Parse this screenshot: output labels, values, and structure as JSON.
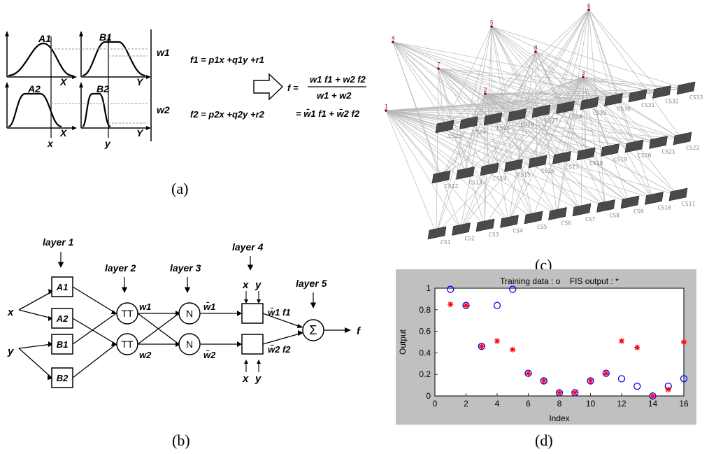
{
  "panel_a": {
    "caption": "(a)",
    "mf_labels": [
      "A1",
      "B1",
      "A2",
      "B2"
    ],
    "axis_labels": [
      "X",
      "Y",
      "X",
      "Y"
    ],
    "input_labels": [
      "x",
      "y"
    ],
    "weights": [
      "w1",
      "w2"
    ],
    "rule1": "f1 = p1x +q1y +r1",
    "rule2": "f2 = p2x +q2y +r2",
    "f_numerator": "w1 f1 + w2 f2",
    "f_denominator": "w1 + w2",
    "f_lhs": "f =",
    "f_normalized": "= w̄1 f1 + w̄2 f2"
  },
  "panel_b": {
    "caption": "(b)",
    "layers": [
      "layer 1",
      "layer 2",
      "layer 3",
      "layer 4",
      "layer 5"
    ],
    "inputs": [
      "x",
      "y"
    ],
    "mf_nodes": [
      "A1",
      "A2",
      "B1",
      "B2"
    ],
    "product_symbol": "TT",
    "norm_symbol": "N",
    "sum_symbol": "Σ",
    "weights": [
      "w1",
      "w2"
    ],
    "norm_weights": [
      "w̄1",
      "w̄2"
    ],
    "layer4_inputs": [
      "x",
      "y"
    ],
    "layer4_outputs": [
      "w̄1 f1",
      "w̄2 f2"
    ],
    "output": "f"
  },
  "panel_c": {
    "caption": "(c)",
    "top_nodes": [
      "1",
      "2",
      "3",
      "4",
      "5",
      "6",
      "7",
      "8"
    ],
    "row1": [
      "CS23",
      "CS24",
      "CS25",
      "CS26",
      "CS27",
      "CS28",
      "CS29",
      "CS30",
      "CS31",
      "CS32",
      "CS33"
    ],
    "row2": [
      "CS12",
      "CS13",
      "CS14",
      "CS15",
      "CS16",
      "CS17",
      "CS18",
      "CS19",
      "CS20",
      "CS21",
      "CS22"
    ],
    "row3": [
      "CS1",
      "CS2",
      "CS3",
      "CS4",
      "CS5",
      "CS6",
      "CS7",
      "CS8",
      "CS9",
      "CS10",
      "CS11"
    ]
  },
  "panel_d": {
    "caption": "(d)",
    "colors": {
      "frame_bg": "#c0c0c0",
      "training": "#0000ff",
      "fis": "#ff0000"
    }
  },
  "chart_data": {
    "type": "scatter",
    "title": "Training data : o    FIS output : *",
    "xlabel": "Index",
    "ylabel": "Output",
    "xlim": [
      0,
      16
    ],
    "ylim": [
      0,
      1
    ],
    "xticks": [
      0,
      2,
      4,
      6,
      8,
      10,
      12,
      14,
      16
    ],
    "yticks": [
      0,
      0.2,
      0.4,
      0.6,
      0.8,
      1
    ],
    "grid": false,
    "series": [
      {
        "marker": "o",
        "color": "#0000ff",
        "x": [
          1,
          2,
          3,
          4,
          5,
          6,
          7,
          8,
          9,
          10,
          11,
          12,
          13,
          14,
          15,
          16
        ],
        "y": [
          0.99,
          0.84,
          0.46,
          0.84,
          0.99,
          0.21,
          0.14,
          0.03,
          0.03,
          0.14,
          0.21,
          0.16,
          0.09,
          0.0,
          0.09,
          0.16
        ]
      },
      {
        "marker": "*",
        "color": "#ff0000",
        "x": [
          1,
          2,
          3,
          4,
          5,
          6,
          7,
          8,
          9,
          10,
          11,
          12,
          13,
          14,
          15,
          16
        ],
        "y": [
          0.85,
          0.84,
          0.46,
          0.51,
          0.43,
          0.21,
          0.14,
          0.03,
          0.03,
          0.14,
          0.21,
          0.51,
          0.45,
          0.0,
          0.06,
          0.5
        ]
      }
    ]
  }
}
